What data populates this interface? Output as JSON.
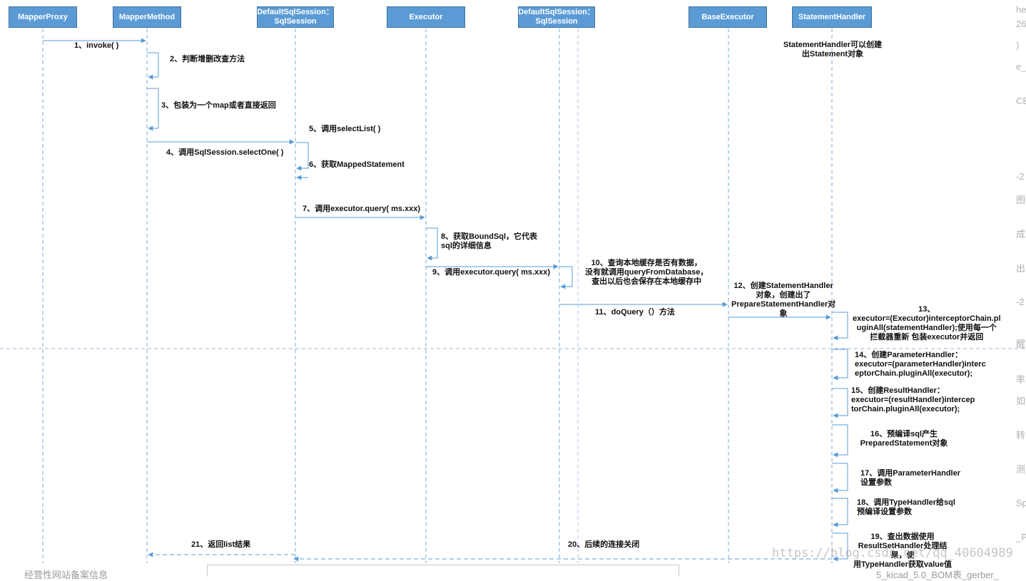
{
  "actors": [
    {
      "id": "mapperproxy",
      "label": "MapperProxy"
    },
    {
      "id": "mappermethod",
      "label": "MapperMethod"
    },
    {
      "id": "defaultsqlsession1",
      "label": "DefaultSqlSession：\nSqlSession"
    },
    {
      "id": "executor",
      "label": "Executor"
    },
    {
      "id": "defaultsqlsession2",
      "label": "DefaultSqlSession：\nSqlSession"
    },
    {
      "id": "baseexecutor",
      "label": "BaseExecutor"
    },
    {
      "id": "statementhandler",
      "label": "StatementHandler"
    }
  ],
  "note": "StatementHandler可以创建\n出Statement对象",
  "messages": [
    {
      "n": 1,
      "text": "1、invoke( )"
    },
    {
      "n": 2,
      "text": "2、判断增删改查方法"
    },
    {
      "n": 3,
      "text": "3、包装为一个map或者直接返回"
    },
    {
      "n": 4,
      "text": "4、调用SqlSession.selectOne( )"
    },
    {
      "n": 5,
      "text": "5、调用selectList( )"
    },
    {
      "n": 6,
      "text": "6、获取MappedStatement"
    },
    {
      "n": 7,
      "text": "7、调用executor.query( ms.xxx)"
    },
    {
      "n": 8,
      "text": "8、获取BoundSql，它代表\nsql的详细信息"
    },
    {
      "n": 9,
      "text": "9、调用executor.query( ms.xxx)"
    },
    {
      "n": 10,
      "text": "10、查询本地缓存是否有数据，\n没有就调用queryFromDatabase，\n查出以后也会保存在本地缓存中"
    },
    {
      "n": 11,
      "text": "11、doQuery（）方法"
    },
    {
      "n": 12,
      "text": "12、创建StatementHandler\n对象，创建出了\nPrepareStatementHandler对\n象"
    },
    {
      "n": 13,
      "text": "13、\nexecutor=(Executor)interceptorChain.pl\nuginAll(statementHandler);使用每一个\n拦截器重新 包装executor并返回"
    },
    {
      "n": 14,
      "text": "14、创建ParameterHandler：\nexecutor=(parameterHandler)interc\neptorChain.pluginAll(executor);"
    },
    {
      "n": 15,
      "text": "15、创建ResultHandler：\nexecutor=(resultHandler)intercep\ntorChain.pluginAll(executor);"
    },
    {
      "n": 16,
      "text": "16、预编译sql产生\nPreparedStatement对象"
    },
    {
      "n": 17,
      "text": "17、调用ParameterHandler\n设置参数"
    },
    {
      "n": 18,
      "text": "18、调用TypeHandler给sql\n预编译设置参数"
    },
    {
      "n": 19,
      "text": "19、查出数据使用\nResultSetHandler处理结果，使\n用TypeHandler获取value值"
    },
    {
      "n": 20,
      "text": "20、后续的连接关闭"
    },
    {
      "n": 21,
      "text": "21、返回list结果"
    }
  ],
  "watermark": "https://blog.csdn.net/qq_40604989",
  "side_fragments": [
    "he",
    "26",
    ")",
    "e_",
    "CE",
    "-2",
    "图",
    "成",
    "出",
    "-2",
    "醒",
    "率",
    "如",
    "转",
    "测",
    "Sp",
    "_P"
  ],
  "footer": {
    "left": "经营性网站备案信息",
    "right": "5_kicad_5.0_BOM表_gerber_"
  },
  "colors": {
    "actor_fill": "#5b9bd5",
    "line": "#5b9bd5",
    "lifeline": "#7aa9d8"
  }
}
